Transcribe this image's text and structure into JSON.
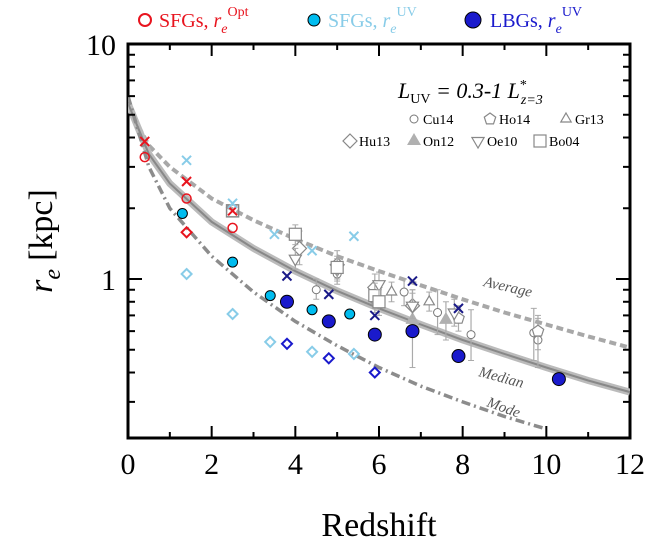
{
  "chart_data": {
    "type": "scatter",
    "xlabel": "Redshift",
    "ylabel_main": "r",
    "ylabel_sub": "e",
    "ylabel_units": "[kpc]",
    "xlim": [
      0,
      12
    ],
    "ylim": [
      0.3,
      10
    ],
    "yscale": "log",
    "x_ticks": [
      "0",
      "2",
      "4",
      "6",
      "8",
      "10",
      "12"
    ],
    "y_ticks": [
      "1",
      "10"
    ],
    "luminosity_label": {
      "main": "L",
      "sub": "UV",
      "eq": " = 0.3-1 ",
      "lstar": "L",
      "sup": "*",
      "zsub": "z=3"
    },
    "top_legend": [
      {
        "marker": "open-circle",
        "color": "#e8141e",
        "text": "SFGs, ",
        "rsym": "r",
        "rsub": "e",
        "rsup": "Opt"
      },
      {
        "marker": "filled-circle-edge",
        "color": "#88cce8",
        "text": "SFGs, ",
        "rsym": "r",
        "rsub": "e",
        "rsup": "UV"
      },
      {
        "marker": "filled-circle",
        "color": "#1a1acc",
        "text": "LBGs, ",
        "rsym": "r",
        "rsub": "e",
        "rsup": "UV"
      }
    ],
    "literature_legend": [
      {
        "marker": "circle",
        "label": "Cu14"
      },
      {
        "marker": "pentagon",
        "label": "Ho14"
      },
      {
        "marker": "triangle-up",
        "label": "Gr13"
      },
      {
        "marker": "diamond",
        "label": "Hu13"
      },
      {
        "marker": "triangle-filled",
        "label": "On12"
      },
      {
        "marker": "triangle-down",
        "label": "Oe10"
      },
      {
        "marker": "square",
        "label": "Bo04"
      }
    ],
    "curve_labels": {
      "average": "Average",
      "median": "Median",
      "mode": "Mode"
    },
    "curves": {
      "average": {
        "color": "#a8a8a8",
        "style": "dashed",
        "points": [
          [
            0,
            5.4
          ],
          [
            0.5,
            3.7
          ],
          [
            1,
            3.0
          ],
          [
            2,
            2.2
          ],
          [
            3,
            1.78
          ],
          [
            4,
            1.48
          ],
          [
            5,
            1.25
          ],
          [
            6,
            1.08
          ],
          [
            7,
            0.94
          ],
          [
            8,
            0.82
          ],
          [
            9,
            0.72
          ],
          [
            10,
            0.64
          ],
          [
            11,
            0.57
          ],
          [
            12,
            0.51
          ]
        ]
      },
      "median": {
        "color": "#a8a8a8",
        "style": "solid",
        "points": [
          [
            0,
            5.6
          ],
          [
            0.5,
            3.4
          ],
          [
            1,
            2.55
          ],
          [
            2,
            1.75
          ],
          [
            3,
            1.35
          ],
          [
            4,
            1.08
          ],
          [
            5,
            0.89
          ],
          [
            6,
            0.75
          ],
          [
            7,
            0.64
          ],
          [
            8,
            0.55
          ],
          [
            9,
            0.48
          ],
          [
            10,
            0.42
          ],
          [
            11,
            0.37
          ],
          [
            12,
            0.33
          ]
        ]
      },
      "mode": {
        "color": "#8c8c8c",
        "style": "dashdot",
        "points": [
          [
            0,
            6.0
          ],
          [
            0.5,
            3.0
          ],
          [
            1,
            2.0
          ],
          [
            2,
            1.25
          ],
          [
            3,
            0.88
          ],
          [
            4,
            0.66
          ],
          [
            5,
            0.52
          ],
          [
            6,
            0.42
          ],
          [
            7,
            0.35
          ],
          [
            8,
            0.3
          ],
          [
            9,
            0.26
          ],
          [
            10,
            0.23
          ]
        ]
      }
    },
    "series": [
      {
        "kind": "open-circle",
        "color": "#e8141e",
        "points": [
          [
            0.4,
            3.3
          ],
          [
            1.4,
            2.2
          ],
          [
            2.5,
            1.65
          ]
        ]
      },
      {
        "kind": "cross-x",
        "color": "#e8141e",
        "points": [
          [
            0.4,
            3.85
          ],
          [
            1.4,
            2.6
          ],
          [
            2.5,
            1.95
          ]
        ]
      },
      {
        "kind": "diamond-open",
        "color": "#e8141e",
        "points": [
          [
            1.4,
            1.58
          ]
        ]
      },
      {
        "kind": "square-open",
        "color": "#888888",
        "points": [
          [
            2.5,
            1.95
          ]
        ]
      },
      {
        "kind": "cross-x",
        "color": "#88cce8",
        "points": [
          [
            1.4,
            3.2
          ],
          [
            2.5,
            2.1
          ],
          [
            3.5,
            1.55
          ],
          [
            4.4,
            1.32
          ],
          [
            5.4,
            1.52
          ]
        ]
      },
      {
        "kind": "filled-circle-edge",
        "color": "#00bcef",
        "points": [
          [
            1.3,
            1.9
          ],
          [
            2.5,
            1.18
          ],
          [
            3.4,
            0.85
          ],
          [
            3.8,
            0.8
          ],
          [
            4.4,
            0.74
          ],
          [
            5.3,
            0.71
          ]
        ]
      },
      {
        "kind": "diamond-open",
        "color": "#88cce8",
        "points": [
          [
            1.4,
            1.05
          ],
          [
            2.5,
            0.71
          ],
          [
            3.4,
            0.54
          ],
          [
            4.4,
            0.49
          ],
          [
            5.4,
            0.48
          ]
        ]
      },
      {
        "kind": "cross-x",
        "color": "#1a1a88",
        "points": [
          [
            3.8,
            1.03
          ],
          [
            4.8,
            0.86
          ],
          [
            5.9,
            0.7
          ],
          [
            6.8,
            0.98
          ],
          [
            7.9,
            0.75
          ]
        ]
      },
      {
        "kind": "filled-circle",
        "color": "#1a1acc",
        "points": [
          [
            3.8,
            0.8
          ],
          [
            4.8,
            0.66
          ],
          [
            5.9,
            0.58
          ],
          [
            6.8,
            0.6
          ],
          [
            7.9,
            0.47
          ],
          [
            10.3,
            0.375
          ]
        ]
      },
      {
        "kind": "diamond-open",
        "color": "#1a1acc",
        "points": [
          [
            3.8,
            0.53
          ],
          [
            4.8,
            0.46
          ],
          [
            5.9,
            0.4
          ]
        ]
      }
    ],
    "literature_points": [
      {
        "kind": "circle",
        "x": 4.5,
        "y": 0.9,
        "err": [
          0.82,
          1.0
        ]
      },
      {
        "kind": "circle",
        "x": 5.0,
        "y": 1.05,
        "err": [
          0.95,
          1.15
        ]
      },
      {
        "kind": "circle",
        "x": 6.6,
        "y": 0.88,
        "err": [
          0.77,
          1.0
        ]
      },
      {
        "kind": "circle",
        "x": 7.4,
        "y": 0.72,
        "err": [
          0.58,
          0.9
        ]
      },
      {
        "kind": "circle",
        "x": 8.2,
        "y": 0.58,
        "err": [
          0.45,
          0.74
        ]
      },
      {
        "kind": "circle",
        "x": 9.7,
        "y": 0.59,
        "err": [
          0.45,
          0.75
        ]
      },
      {
        "kind": "circle",
        "x": 9.8,
        "y": 0.55,
        "err": [
          0.42,
          0.68
        ]
      },
      {
        "kind": "pentagon",
        "x": 5.9,
        "y": 0.83,
        "err": [
          0.72,
          0.96
        ]
      },
      {
        "kind": "pentagon",
        "x": 7.9,
        "y": 0.68,
        "err": [
          0.6,
          0.77
        ]
      },
      {
        "kind": "pentagon",
        "x": 9.8,
        "y": 0.6,
        "err": [
          0.5,
          0.7
        ]
      },
      {
        "kind": "triangle-up",
        "x": 6.3,
        "y": 0.88,
        "err": [
          0.8,
          0.97
        ]
      },
      {
        "kind": "triangle-up",
        "x": 7.2,
        "y": 0.8,
        "err": [
          0.73,
          0.88
        ]
      },
      {
        "kind": "diamond",
        "x": 4.1,
        "y": 1.35,
        "err": [
          1.15,
          1.6
        ]
      },
      {
        "kind": "diamond",
        "x": 5.0,
        "y": 1.15,
        "err": [
          1.0,
          1.32
        ]
      },
      {
        "kind": "diamond",
        "x": 5.9,
        "y": 0.92,
        "err": [
          0.8,
          1.05
        ]
      },
      {
        "kind": "diamond",
        "x": 6.8,
        "y": 0.77,
        "err": [
          0.65,
          0.9
        ]
      },
      {
        "kind": "triangle-filled",
        "x": 6.8,
        "y": 0.67,
        "err": [
          0.42,
          0.9
        ]
      },
      {
        "kind": "triangle-filled",
        "x": 7.6,
        "y": 0.67,
        "err": [
          0.55,
          0.8
        ]
      },
      {
        "kind": "triangle-down",
        "x": 4.0,
        "y": 1.22,
        "err": [
          1.1,
          1.35
        ]
      },
      {
        "kind": "triangle-down",
        "x": 5.0,
        "y": 1.1,
        "err": [
          0.98,
          1.22
        ]
      },
      {
        "kind": "triangle-down",
        "x": 6.0,
        "y": 0.95,
        "err": [
          0.85,
          1.07
        ]
      },
      {
        "kind": "triangle-down",
        "x": 6.8,
        "y": 0.77,
        "err": [
          0.68,
          0.87
        ]
      },
      {
        "kind": "triangle-down",
        "x": 7.8,
        "y": 0.72,
        "err": [
          0.63,
          0.82
        ]
      },
      {
        "kind": "square",
        "x": 4.0,
        "y": 1.55,
        "err": [
          1.4,
          1.7
        ]
      },
      {
        "kind": "square",
        "x": 5.0,
        "y": 1.12,
        "err": [
          1.0,
          1.25
        ]
      },
      {
        "kind": "square",
        "x": 5.9,
        "y": 0.85,
        "err": [
          0.75,
          0.96
        ]
      },
      {
        "kind": "square",
        "x": 6.0,
        "y": 0.8,
        "err": [
          0.7,
          0.9
        ]
      }
    ]
  }
}
